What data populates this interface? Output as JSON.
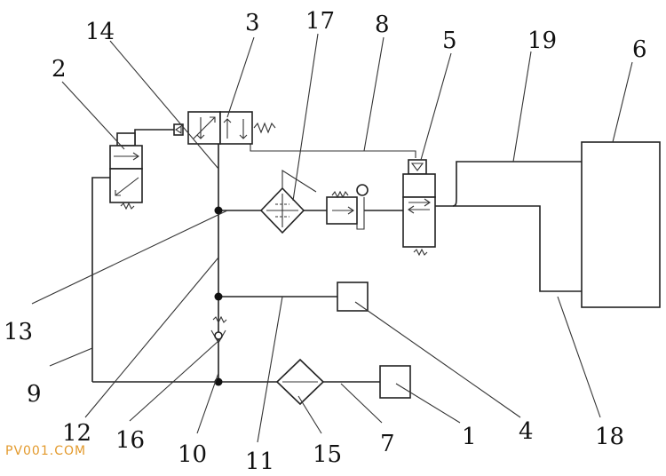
{
  "labels": {
    "n1": "1",
    "n2": "2",
    "n3": "3",
    "n4": "4",
    "n5": "5",
    "n6": "6",
    "n7": "7",
    "n8": "8",
    "n9": "9",
    "n10": "10",
    "n11": "11",
    "n12": "12",
    "n13": "13",
    "n14": "14",
    "n15": "15",
    "n16": "16",
    "n17": "17",
    "n18": "18",
    "n19": "19"
  },
  "watermark": "PV001.COM"
}
